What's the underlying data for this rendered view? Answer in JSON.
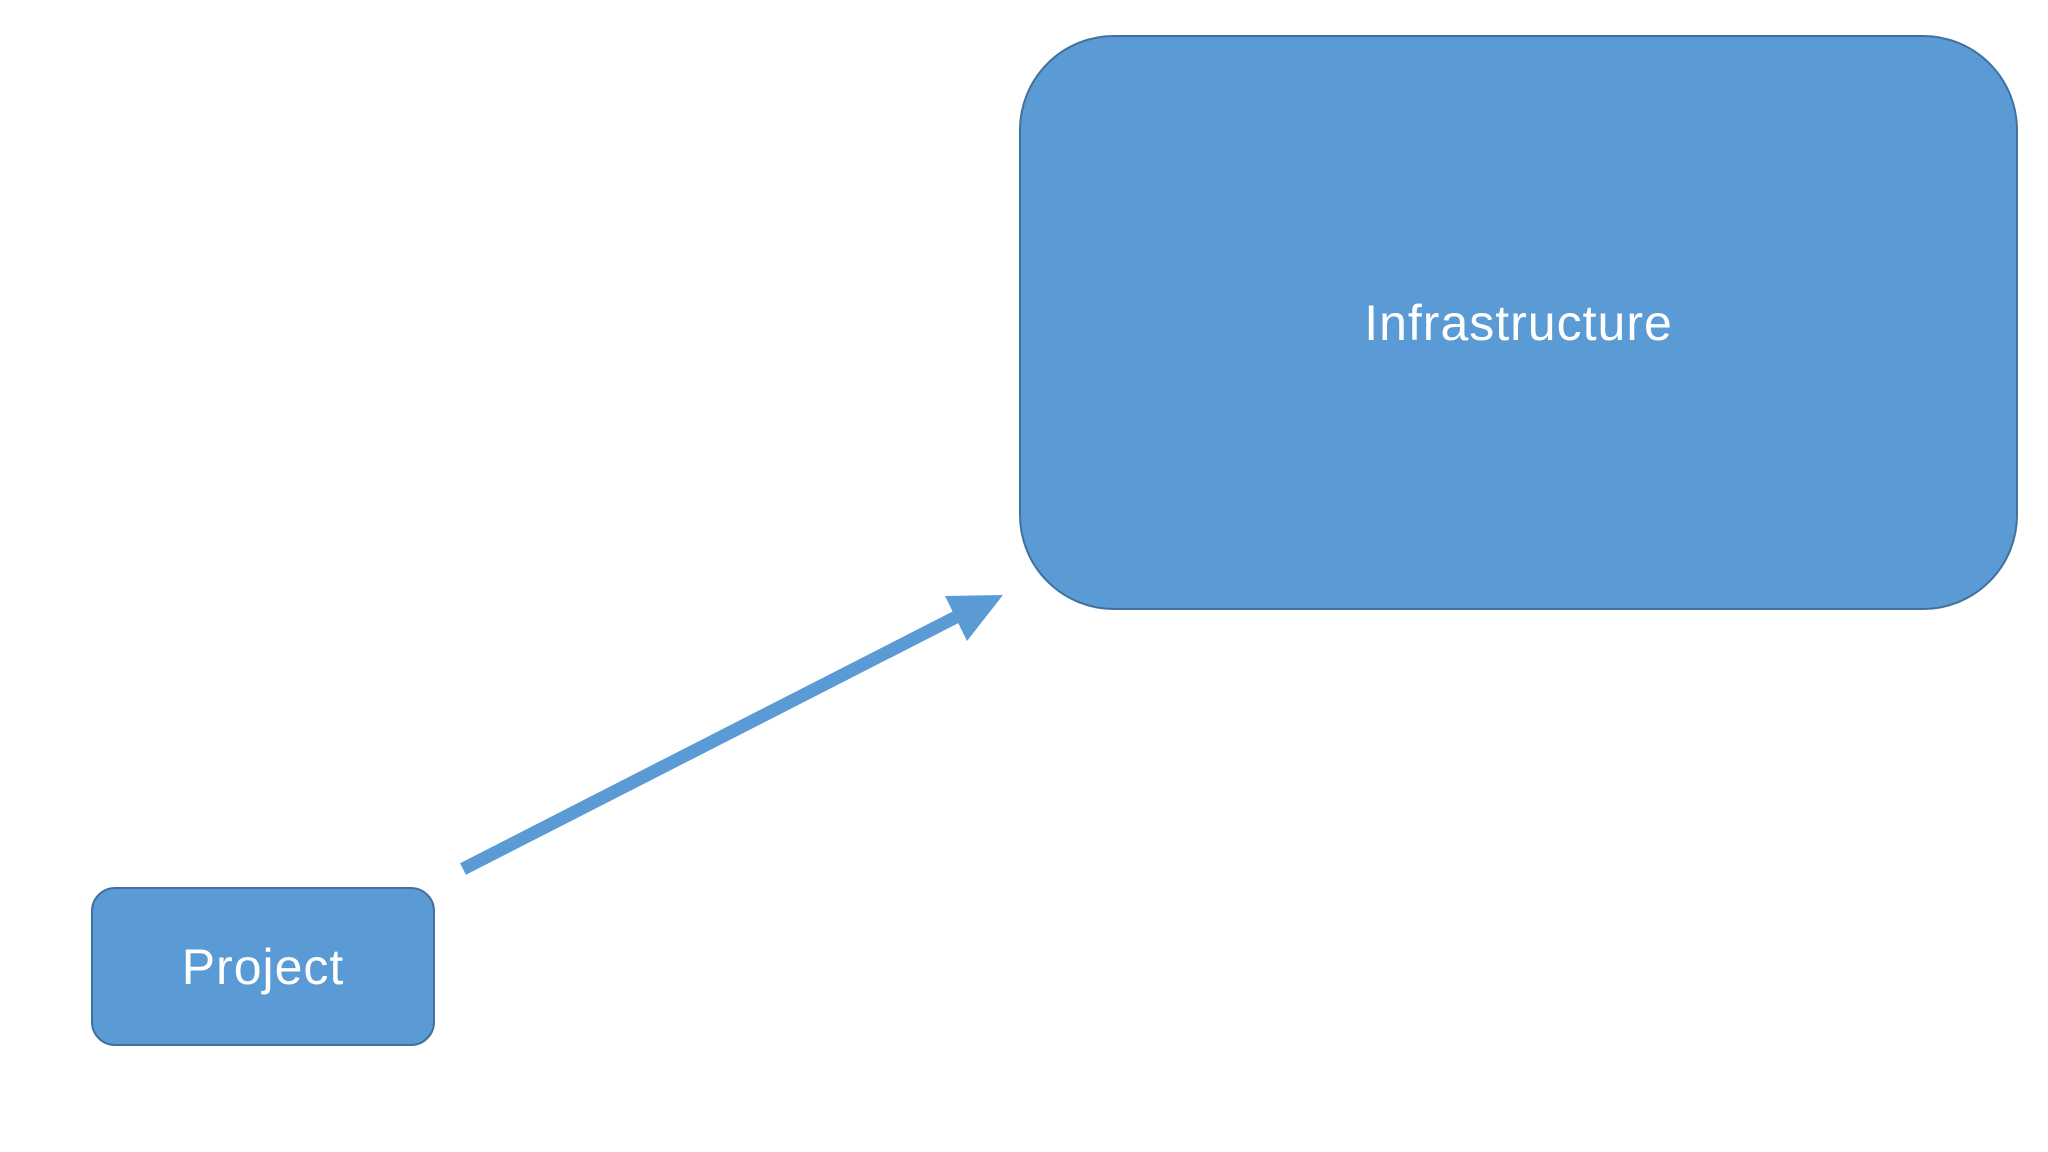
{
  "colors": {
    "node_fill": "#5b9bd5",
    "node_border": "#41719c",
    "arrow": "#5b9bd5",
    "label_text": "#ffffff",
    "background": "#ffffff"
  },
  "nodes": {
    "infrastructure": {
      "label": "Infrastructure"
    },
    "project": {
      "label": "Project"
    }
  },
  "edges": [
    {
      "from": "Project",
      "to": "Infrastructure",
      "style": "arrow"
    }
  ]
}
